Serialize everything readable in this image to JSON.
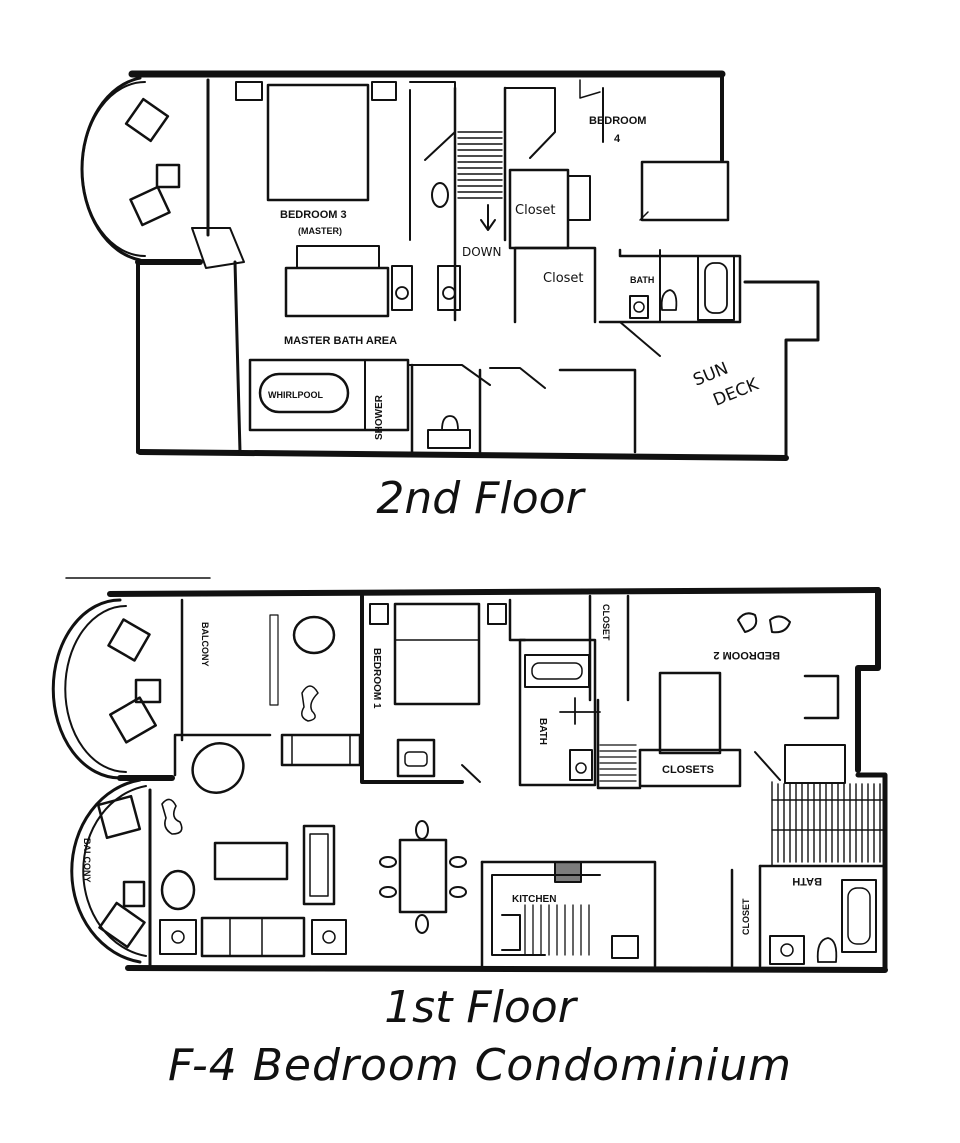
{
  "captions": {
    "second_floor": "2nd Floor",
    "first_floor": "1st Floor",
    "unit_title": "F-4 Bedroom Condominium"
  },
  "second_floor_labels": {
    "bedroom3": "BEDROOM 3",
    "bedroom3_sub": "(MASTER)",
    "bedroom4": "BEDROOM",
    "bedroom4_num": "4",
    "closet_a": "Closet",
    "closet_b": "Closet",
    "bath": "BATH",
    "down": "DOWN",
    "master_bath": "MASTER BATH AREA",
    "whirlpool": "WHIRLPOOL",
    "shower": "SHOWER",
    "sun": "SUN",
    "deck": "DECK"
  },
  "first_floor_labels": {
    "balcony_a": "BALCONY",
    "balcony_b": "BALCONY",
    "bedroom1": "BEDROOM 1",
    "bedroom2": "BEDROOM 2",
    "closet_top": "CLOSET",
    "closets": "CLOSETS",
    "bath_a": "BATH",
    "bath_b": "BATH",
    "closet_bottom": "CLOSET",
    "kitchen": "KITCHEN"
  },
  "colors": {
    "ink": "#111111",
    "paper": "#ffffff"
  }
}
